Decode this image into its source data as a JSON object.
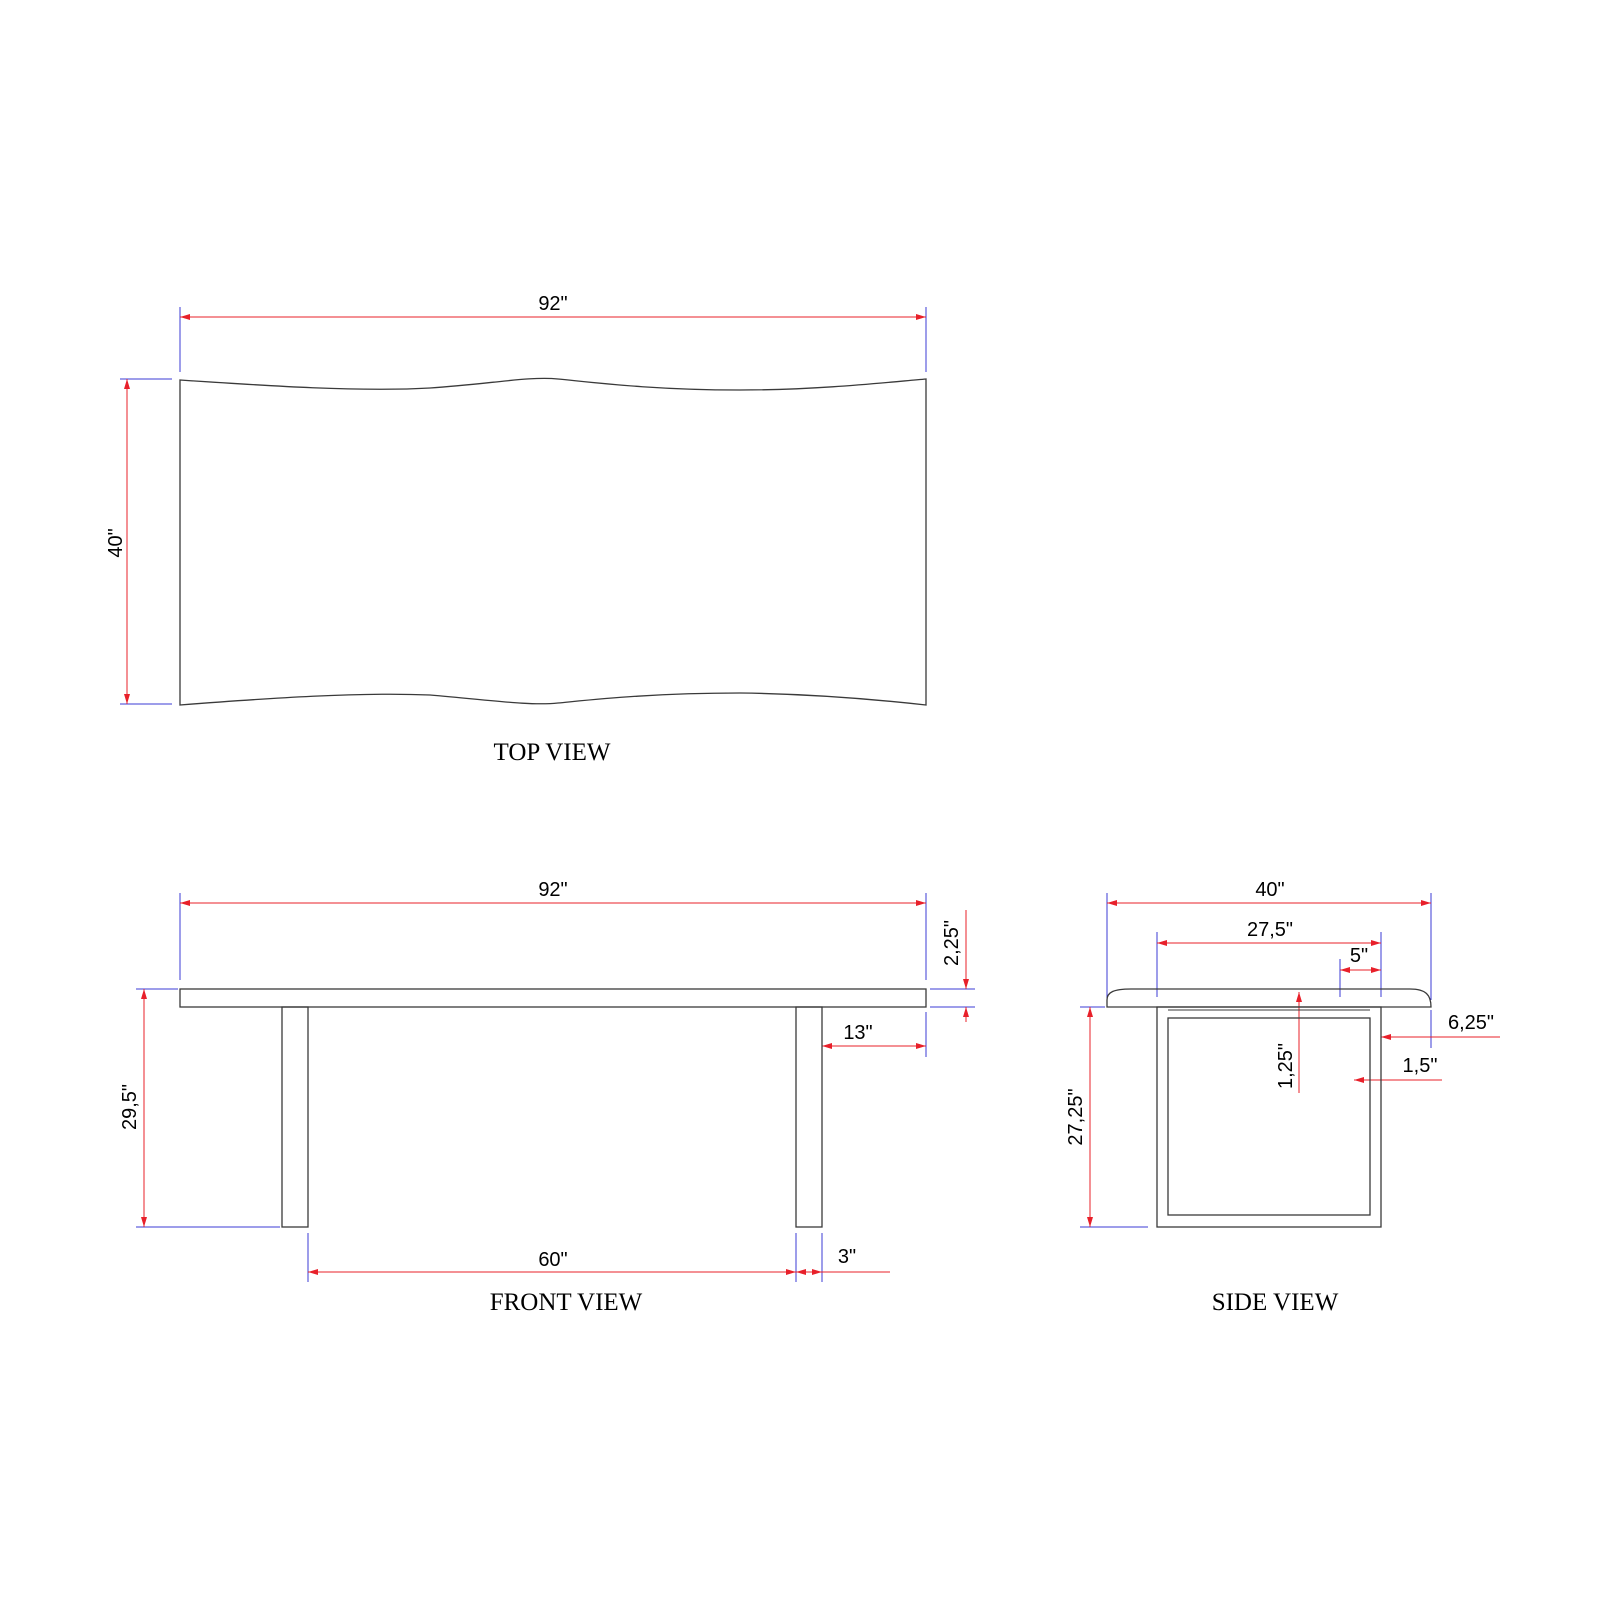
{
  "colors": {
    "outline": "#3a3a3a",
    "dimension_line": "#e8202a",
    "extension_line": "#3b3bd6",
    "text": "#000000",
    "background": "#ffffff"
  },
  "top_view": {
    "title": "TOP VIEW",
    "length_label": "92\"",
    "width_label": "40\""
  },
  "front_view": {
    "title": "FRONT VIEW",
    "length_label": "92\"",
    "top_thickness_label": "2,25\"",
    "height_label": "29,5\"",
    "overhang_label": "13\"",
    "leg_spacing_label": "60\"",
    "leg_width_label": "3\""
  },
  "side_view": {
    "title": "SIDE VIEW",
    "width_label": "40\"",
    "base_width_label": "27,5\"",
    "rail_label": "5\"",
    "overhang_label": "6,25\"",
    "apron_label": "1,25\"",
    "frame_label": "1,5\"",
    "base_height_label": "27,25\""
  }
}
